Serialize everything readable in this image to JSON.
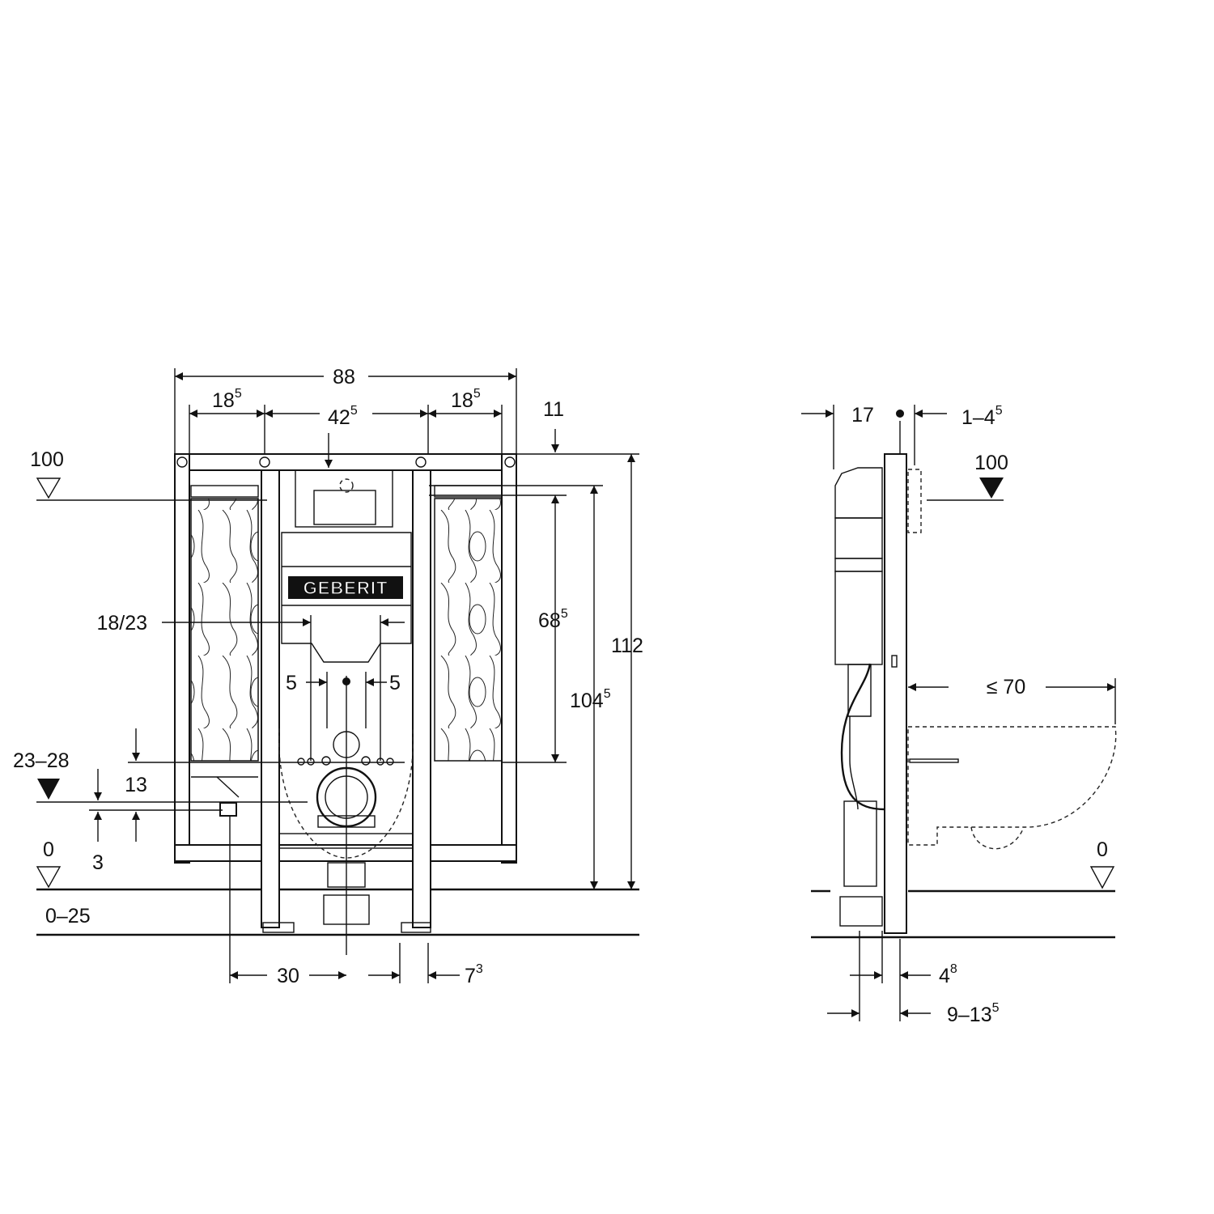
{
  "brand": "GEBERIT",
  "front_view": {
    "width_total": "88",
    "width_left_bay": "18",
    "width_left_bay_sup": "5",
    "width_center": "42",
    "width_center_sup": "5",
    "width_right_bay": "18",
    "width_right_bay_sup": "5",
    "top_offset": "11",
    "level_top": "100",
    "level_drain": "23–28",
    "level_floor": "0",
    "floor_range": "0–25",
    "connector_width": "18/23",
    "offset_left": "5",
    "offset_right": "5",
    "height_upper": "68",
    "height_upper_sup": "5",
    "height_mid": "104",
    "height_mid_sup": "5",
    "height_total": "112",
    "supply_height": "13",
    "supply_offset": "3",
    "supply_distance": "30",
    "foot_offset": "7",
    "foot_offset_sup": "3"
  },
  "side_view": {
    "depth_cistern": "17",
    "panel_gap": "1–4",
    "panel_gap_sup": "5",
    "level_top": "100",
    "bowl_projection": "≤ 70",
    "level_floor": "0",
    "outlet_offset": "4",
    "outlet_offset_sup": "8",
    "wall_offset": "9–13",
    "wall_offset_sup": "5"
  }
}
